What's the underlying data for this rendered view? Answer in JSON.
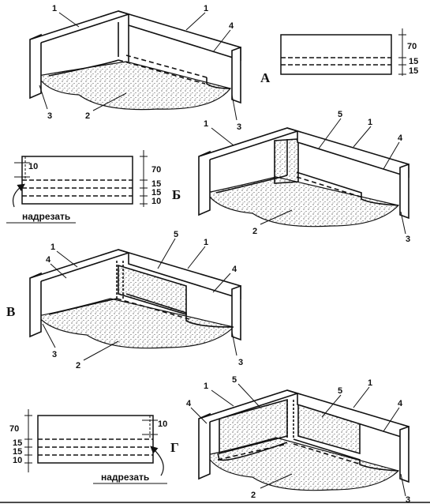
{
  "panels": {
    "A": {
      "letter": "А",
      "callouts": [
        "1",
        "1",
        "4",
        "2",
        "3",
        "3"
      ],
      "strip": {
        "dims": [
          "70",
          "15",
          "15"
        ]
      }
    },
    "B": {
      "letter": "Б",
      "callouts": [
        "1",
        "5",
        "1",
        "4",
        "2",
        "3"
      ],
      "strip": {
        "dims": [
          "70",
          "15",
          "15",
          "10"
        ],
        "side_dim": "10",
        "cut_label": "надрезать"
      }
    },
    "V": {
      "letter": "В",
      "callouts": [
        "1",
        "5",
        "1",
        "4",
        "4",
        "3",
        "3",
        "2"
      ]
    },
    "G": {
      "letter": "Г",
      "callouts": [
        "1",
        "5",
        "4",
        "5",
        "1",
        "4",
        "2",
        "3"
      ],
      "strip": {
        "dims": [
          "70",
          "15",
          "15",
          "10"
        ],
        "side_dim": "10",
        "cut_label": "надрезать"
      }
    }
  },
  "colors": {
    "ink": "#111111",
    "wall": "#ffffff",
    "stipple": "#2a2a2a"
  }
}
